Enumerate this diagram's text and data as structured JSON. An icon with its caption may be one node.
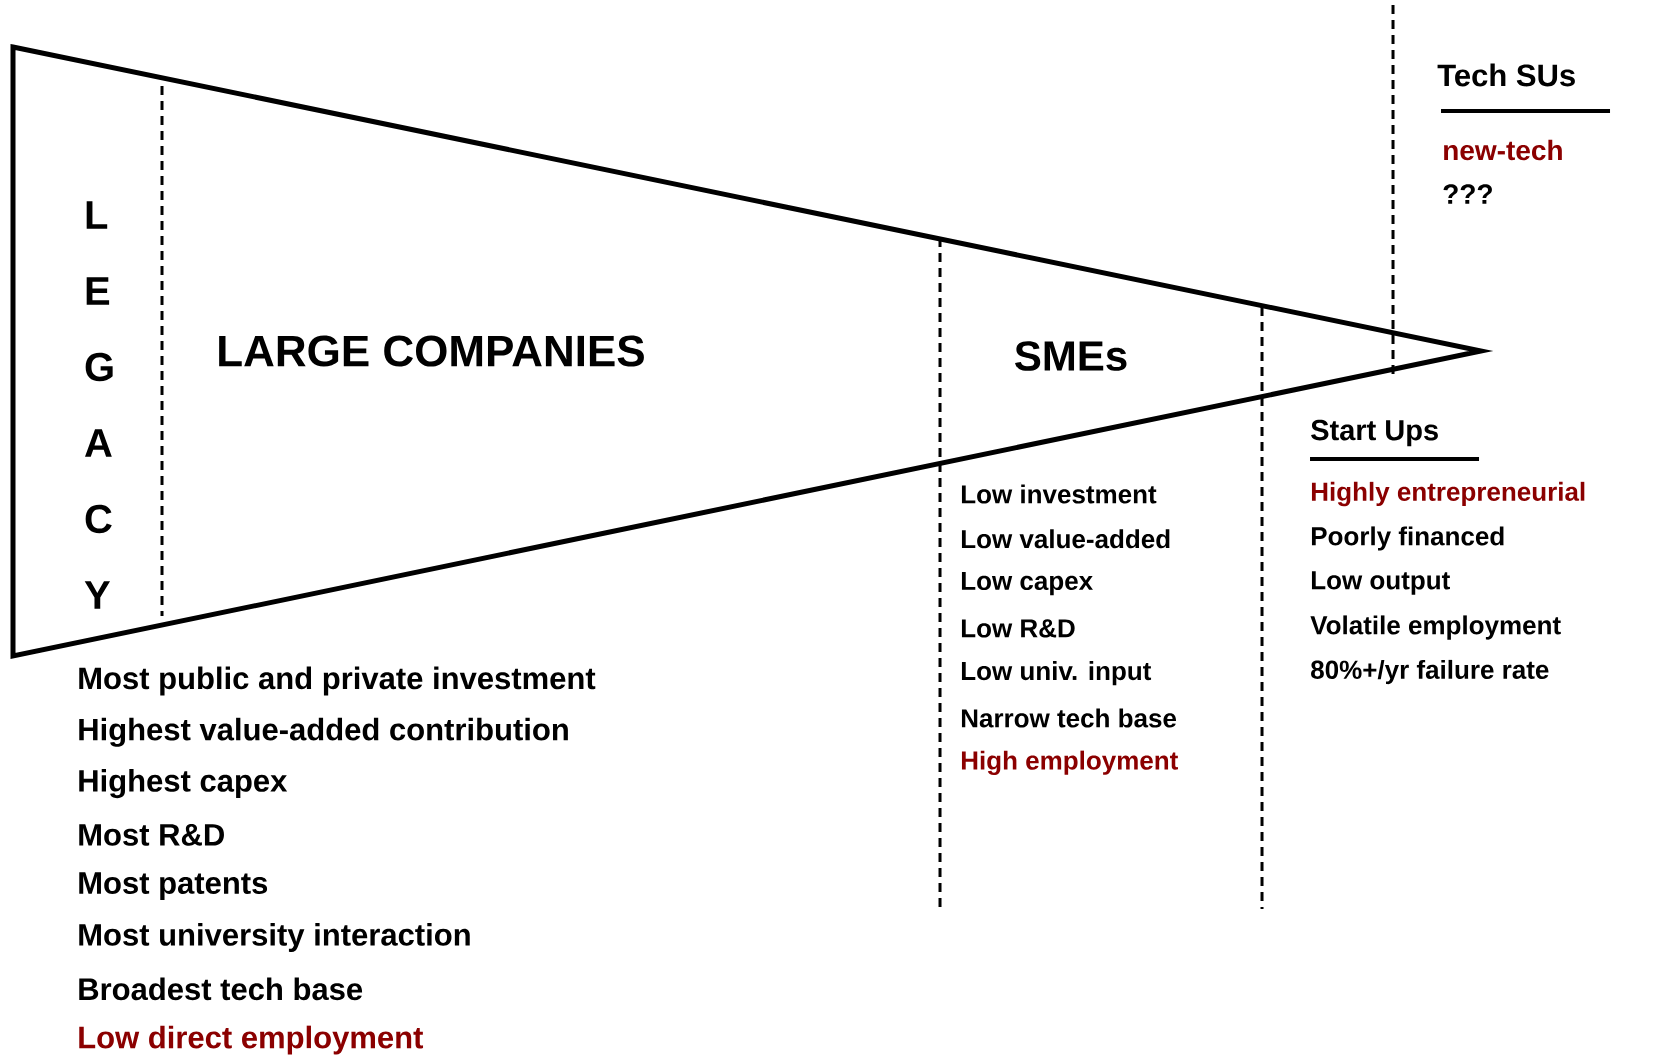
{
  "diagram": {
    "labels": [
      "L E G A C Y",
      "LARGE COMPANIES",
      "SMEs",
      "Tech SUs",
      "new-tech",
      "???",
      "Start Ups",
      "Most public and private investment",
      "Highest value-added contribution",
      "Highest capex",
      "Most R&D",
      "Most patents",
      "Most university interaction",
      "Broadest tech base",
      "Low direct employment",
      "Low investment",
      "Low value-added",
      "Low capex",
      "Low R&D",
      "Low univ. input",
      "Narrow tech base",
      "High employment",
      "Highly entrepreneurial",
      "Poorly financed",
      "Low output",
      "Volatile employment",
      "80%+/yr failure rate"
    ]
  }
}
